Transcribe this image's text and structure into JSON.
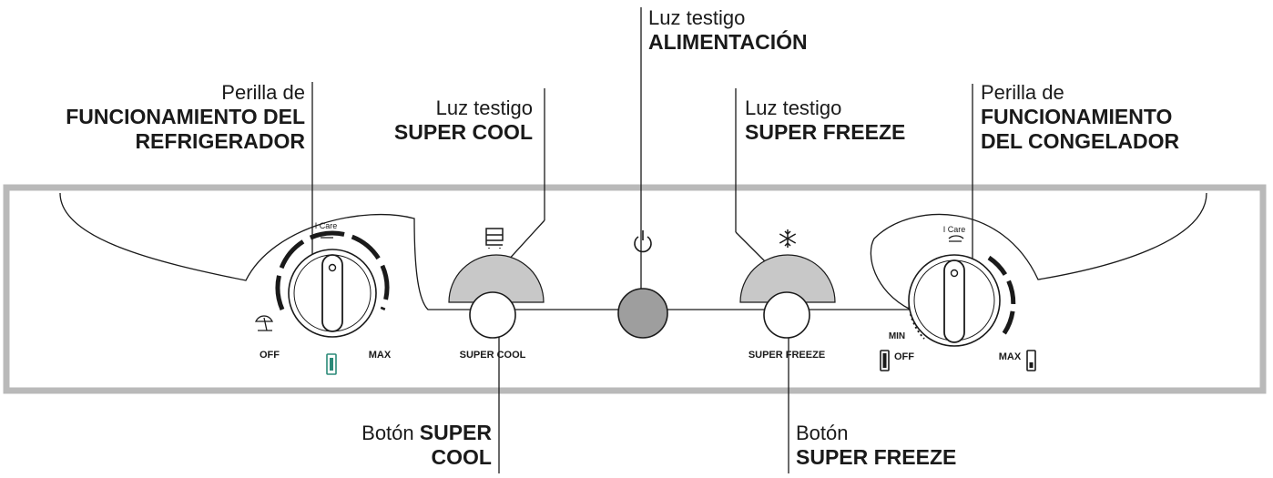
{
  "callouts": {
    "fridge_knob": {
      "line1": "Perilla de",
      "line2": "FUNCIONAMIENTO DEL",
      "line3": "REFRIGERADOR"
    },
    "super_cool_light": {
      "line1": "Luz testigo",
      "line2": "SUPER COOL"
    },
    "power_light": {
      "line1": "Luz testigo",
      "line2": "ALIMENTACIÓN"
    },
    "super_freeze_light": {
      "line1": "Luz testigo",
      "line2": "SUPER FREEZE"
    },
    "freezer_knob": {
      "line1": "Perilla de",
      "line2": "FUNCIONAMIENTO",
      "line3": "DEL CONGELADOR"
    },
    "super_cool_button": {
      "prefix": "Botón ",
      "bold1": "SUPER",
      "bold2": "COOL"
    },
    "super_freeze_button": {
      "line1": "Botón",
      "line2": "SUPER FREEZE"
    }
  },
  "panel_labels": {
    "fridge_knob": {
      "icare": "I Care",
      "off": "OFF",
      "max": "MAX"
    },
    "super_cool_button": "SUPER COOL",
    "super_freeze_button": "SUPER FREEZE",
    "freezer_knob": {
      "icare": "I Care",
      "min": "MIN",
      "off": "OFF",
      "max": "MAX"
    }
  },
  "icons": {
    "super_cool": "shopping-cart-icon",
    "power": "power-icon",
    "super_freeze": "snowflake-icon",
    "icare": "hand-icon",
    "vacation": "beach-umbrella-icon",
    "freezer_off": "thermometer-empty-icon",
    "freezer_max": "thermometer-full-icon"
  },
  "colors": {
    "panel_border": "#b9b9b9",
    "light_arc": "#c8c8c8",
    "power_light": "#9e9e9e",
    "fridge_indicator": "#2b8a78",
    "line": "#1a1a1a"
  }
}
